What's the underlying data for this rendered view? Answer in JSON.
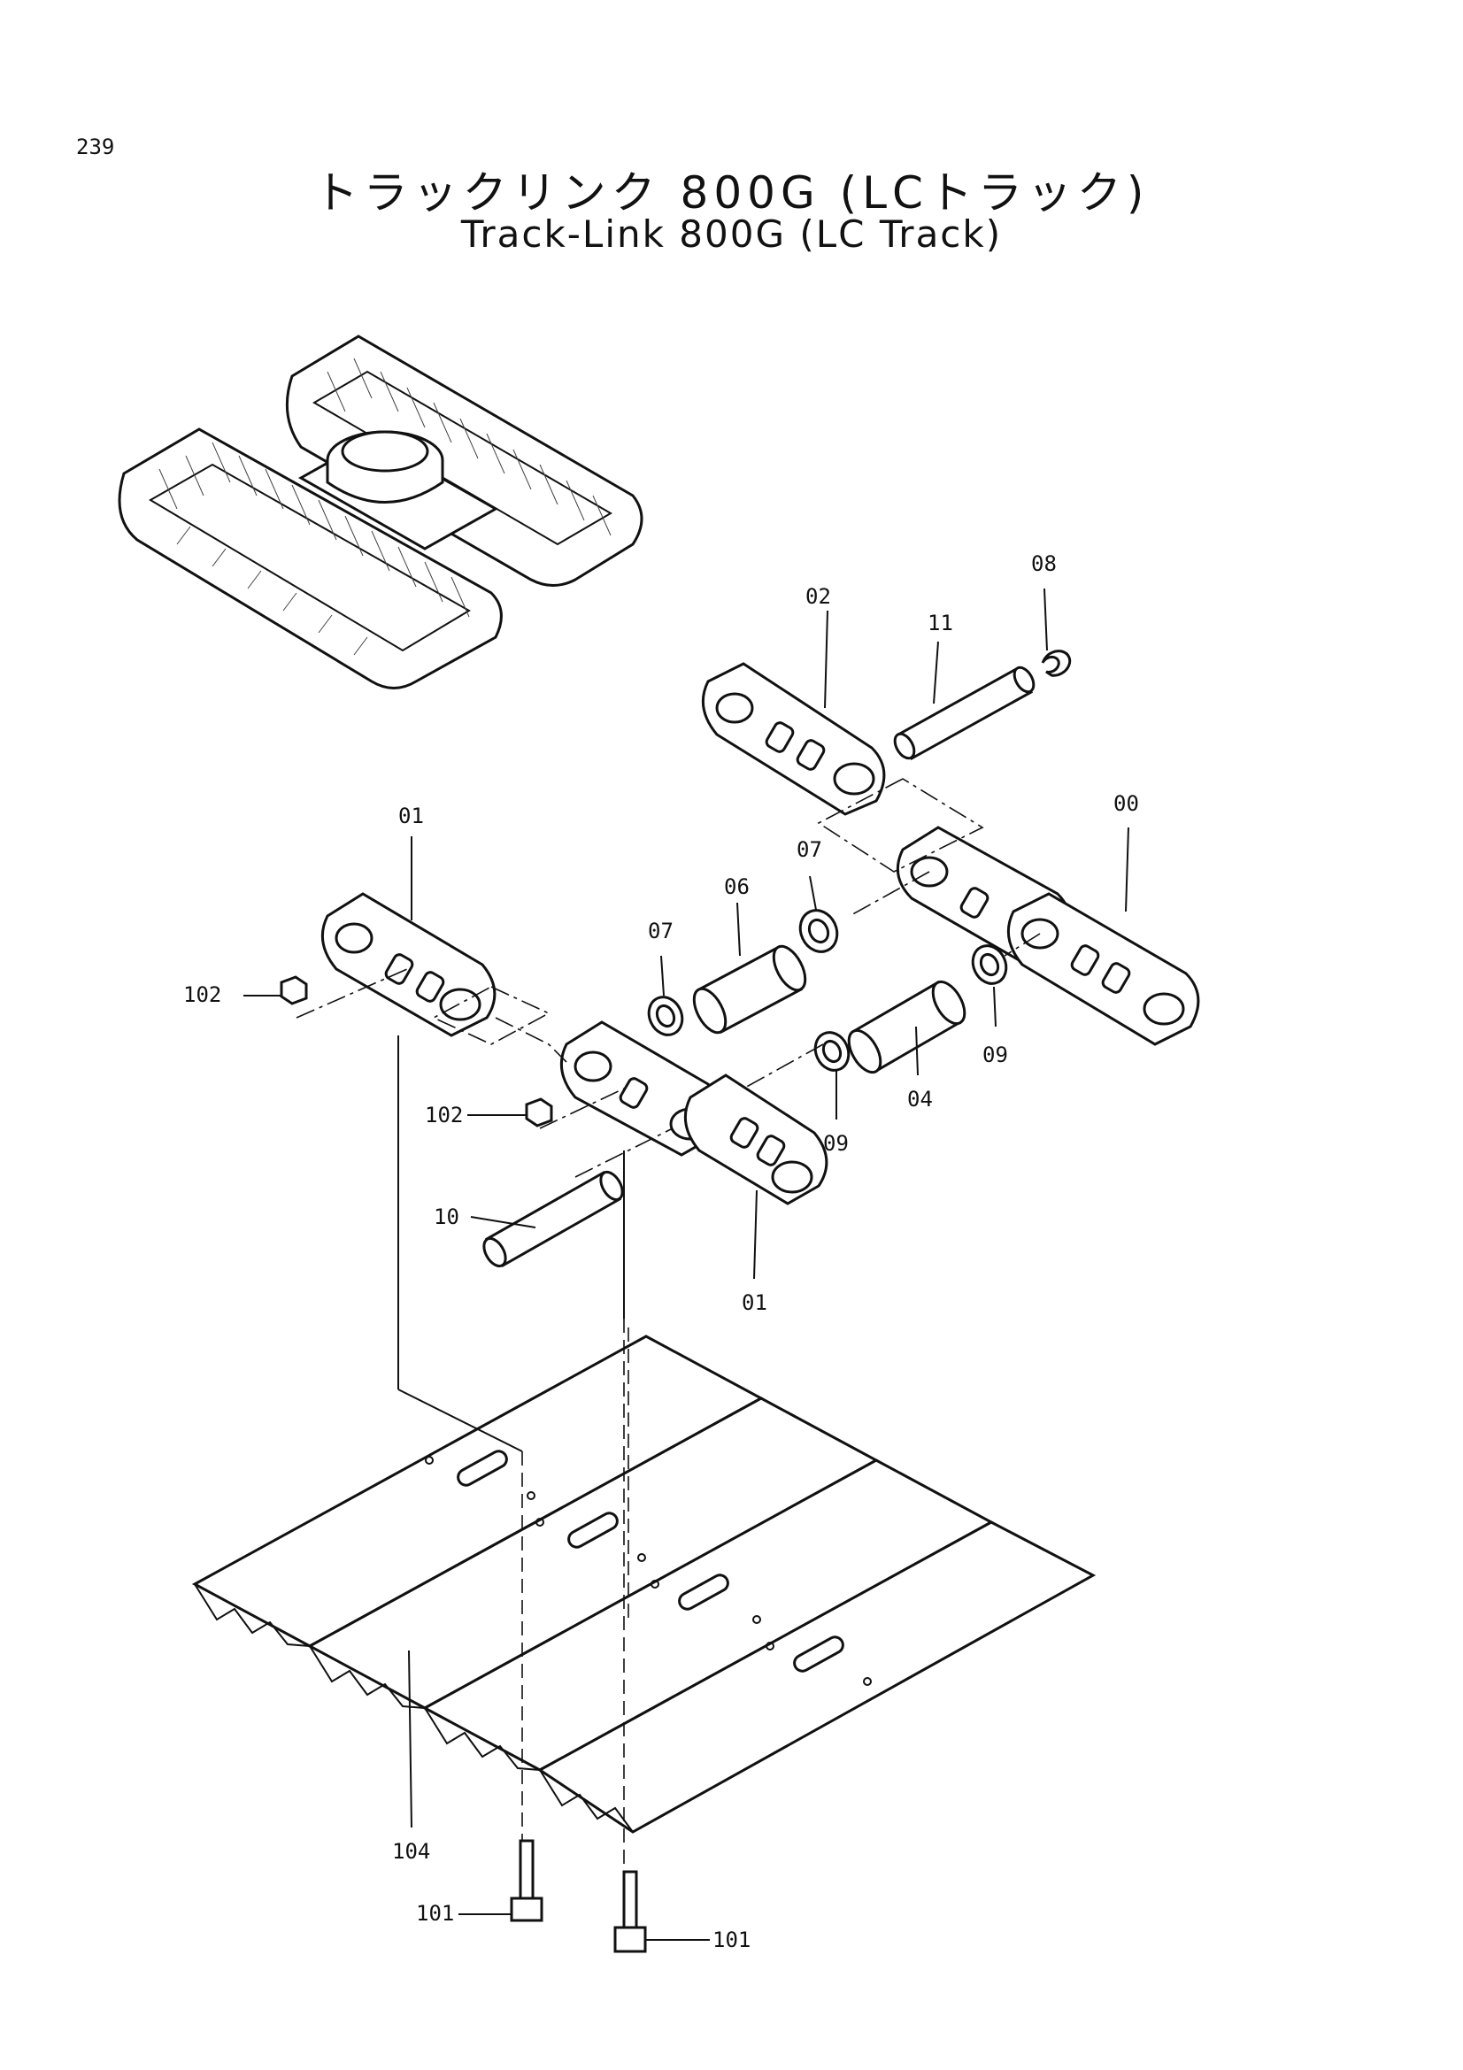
{
  "page_number": "239",
  "title_jp": "トラックリンク 800G (LCトラック)",
  "title_en": "Track-Link 800G (LC Track)",
  "callouts": {
    "c00": "00",
    "c01a": "01",
    "c01b": "01",
    "c02": "02",
    "c04": "04",
    "c06": "06",
    "c07a": "07",
    "c07b": "07",
    "c08": "08",
    "c09a": "09",
    "c09b": "09",
    "c10": "10",
    "c11": "11",
    "c101a": "101",
    "c101b": "101",
    "c102a": "102",
    "c102b": "102",
    "c104": "104"
  }
}
